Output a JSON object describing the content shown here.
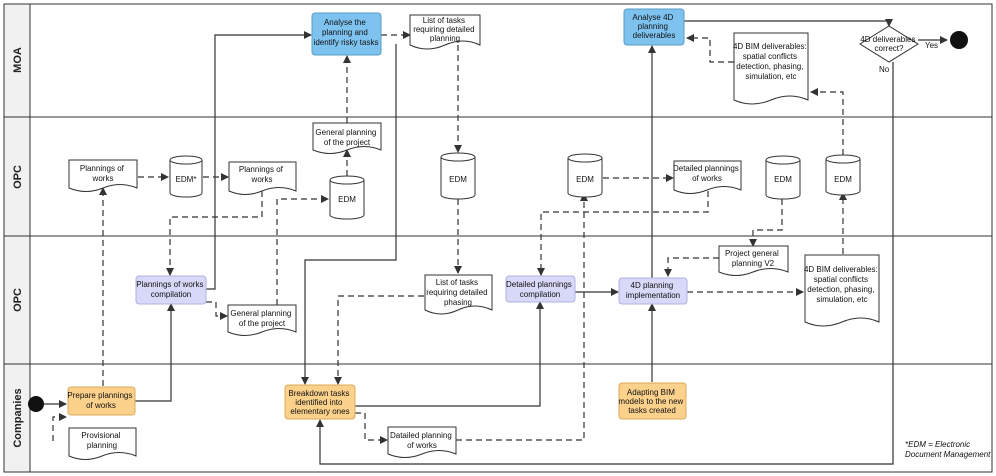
{
  "lanes": [
    "MOA",
    "OPC",
    "OPC",
    "Companies"
  ],
  "footnote": [
    "*EDM = Electronic",
    "Document Management"
  ],
  "colors": {
    "blue": "#7ec3ef",
    "purple": "#d8d8f8",
    "orange": "#fcd18c",
    "stroke": "#333333",
    "laneHeader": "#f1f1f1"
  },
  "nodes": {
    "analyse_planning": [
      "Analyse the",
      "planning and",
      "identify risky tasks"
    ],
    "list_detailed_planning": [
      "List of tasks",
      "requiring detailed",
      "planning"
    ],
    "analyse_4d": [
      "Analyse 4D",
      "planning",
      "deliverables"
    ],
    "bim_deliverables_moa": [
      "4D BIM deliverables:",
      "spatial conflicts",
      "detection, phasing,",
      "simulation, etc"
    ],
    "decision": [
      "4D deliverables",
      "correct?"
    ],
    "yes_label": "Yes",
    "no_label": "No",
    "general_planning_project_1": [
      "General planning",
      "of the project"
    ],
    "plannings_works_1": [
      "Plannings of",
      "works"
    ],
    "edm_star": "EDM*",
    "plannings_works_2": [
      "Plannings of",
      "works"
    ],
    "edm_general": "EDM",
    "edm_list": "EDM",
    "edm_detailed": "EDM",
    "detailed_plannings_works": [
      "Detailed plannings",
      "of works"
    ],
    "edm_v2": "EDM",
    "edm_bim": "EDM",
    "plannings_compilation": [
      "Plannings of works",
      "compilation"
    ],
    "general_planning_project_2": [
      "General planning",
      "of the project"
    ],
    "list_detailed_phasing": [
      "List of tasks",
      "requiring detailed",
      "phasing"
    ],
    "detailed_compilation": [
      "Detailed plannings",
      "compilation"
    ],
    "implementation_4d": [
      "4D planning",
      "implementation"
    ],
    "project_general_v2": [
      "Project general",
      "planning V2"
    ],
    "bim_deliverables_opc": [
      "4D BIM deliverables:",
      "spatial conflicts",
      "detection, phasing,",
      "simulation, etc"
    ],
    "prepare_plannings": [
      "Prepare plannings",
      "of works"
    ],
    "provisional_planning": [
      "Provisional",
      "planning"
    ],
    "breakdown_tasks": [
      "Breakdown tasks",
      "identified into",
      "elementary ones"
    ],
    "detailed_planning_works": [
      "Datailed planning",
      "of works"
    ],
    "adapting_bim": [
      "Adapting BIM",
      "models to the new",
      "tasks created"
    ]
  }
}
